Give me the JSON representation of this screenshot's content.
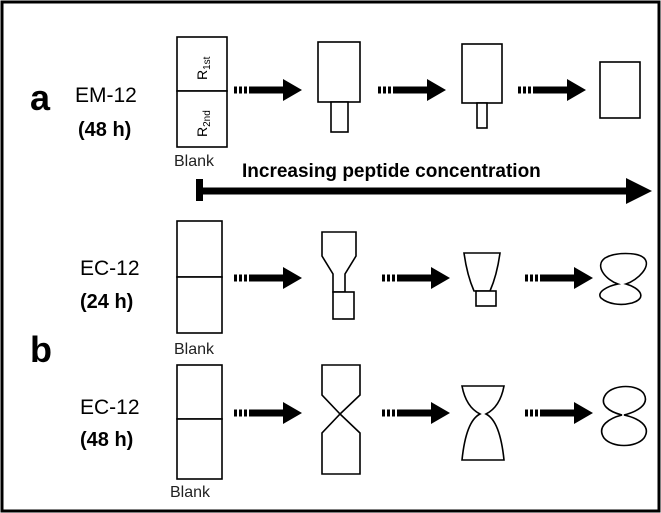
{
  "panels": {
    "a": {
      "letter": "a",
      "row": {
        "name": "EM-12",
        "time": "(48 h)",
        "blank": "Blank",
        "top_cell": {
          "main": "R",
          "sub": "1st"
        },
        "bottom_cell": {
          "main": "R",
          "sub": "2nd"
        }
      }
    },
    "b": {
      "letter": "b",
      "rows": [
        {
          "name": "EC-12",
          "time": "(24 h)",
          "blank": "Blank"
        },
        {
          "name": "EC-12",
          "time": "(48 h)",
          "blank": "Blank"
        }
      ]
    }
  },
  "axis": {
    "label": "Increasing peptide concentration"
  },
  "colors": {
    "border": "#000000",
    "background": "#ffffff",
    "arrow": "#000000"
  }
}
